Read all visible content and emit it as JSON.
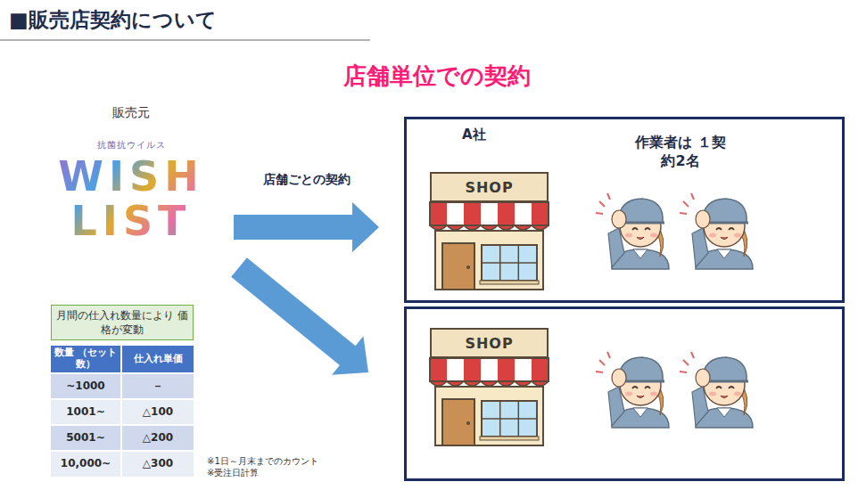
{
  "diagram": {
    "title": "■販売店契約について",
    "nodes": [
      {
        "text": [
          "販売元",
          "抗菌抗ウイルス",
          "WISH LIST"
        ]
      },
      {
        "text": [
          "A社",
          "作業者は １契約2名"
        ]
      },
      {
        "text": [
          "SHOP"
        ],
        "in": 1
      },
      {
        "text": []
      },
      {
        "text": [
          "SHOP"
        ],
        "in": 3
      },
      {
        "text": [
          "月間の仕入れ数量により 価格が変動"
        ]
      }
    ],
    "edges": [
      {
        "from": 0,
        "to": 1,
        "arrow": "to",
        "label": "店舗ごとの契約"
      },
      {
        "from": 0,
        "to": 3,
        "arrow": "to"
      }
    ],
    "labels": [
      "店舗単位での契約",
      "数量 （セット数）",
      "仕入れ単価",
      "~1000",
      "－",
      "1001~",
      "△100",
      "5001~",
      "△200",
      "10,000~",
      "△300",
      "※1日～月末までのカウント",
      "※受注日計算"
    ]
  }
}
